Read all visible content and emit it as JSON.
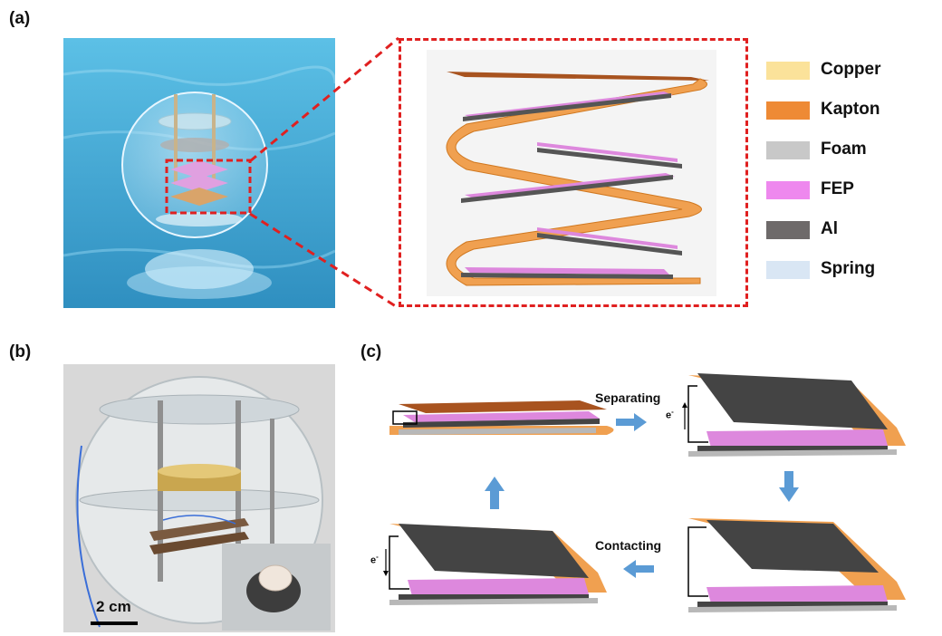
{
  "labels": {
    "a": "(a)",
    "b": "(b)",
    "c": "(c)"
  },
  "legend": [
    {
      "label": "Copper",
      "color": "#fbe29a"
    },
    {
      "label": "Kapton",
      "color": "#ee8a35"
    },
    {
      "label": "Foam",
      "color": "#c8c8c8"
    },
    {
      "label": "FEP",
      "color": "#ee88ee"
    },
    {
      "label": "Al",
      "color": "#6e6a6a"
    },
    {
      "label": "Spring",
      "color": "#d9e6f4"
    }
  ],
  "scale_bar": "2 cm",
  "process": {
    "separating": "Separating",
    "contacting": "Contacting",
    "electron": "e",
    "electron_sup": "-"
  },
  "colors": {
    "water": "#4fb3dc",
    "highlight": "#e02020",
    "arrow": "#5b9bd5"
  }
}
